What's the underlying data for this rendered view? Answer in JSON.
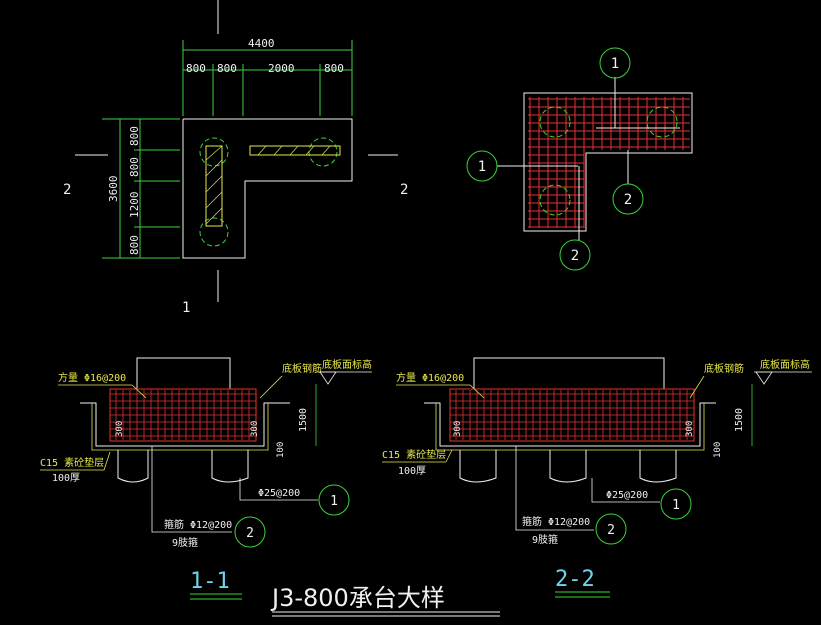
{
  "plan": {
    "dim_total_width": "4400",
    "dims_top": [
      "800",
      "800",
      "2000",
      "800"
    ],
    "dim_total_height": "3600",
    "dims_left": [
      "800",
      "800",
      "1200",
      "800"
    ],
    "section_marker_left": "2",
    "section_marker_right": "2",
    "section_marker_bottom": "1"
  },
  "rebar_plan": {
    "callouts": [
      "1",
      "1",
      "2",
      "2"
    ]
  },
  "section_1": {
    "title": "1-1",
    "top_bar": "方量  Φ16@200",
    "slab_rebar": "底板钢筋",
    "slab_level": "底板面标高",
    "depth": "1500",
    "side_left": "300",
    "side_right": "300",
    "cushion": "C15  素砼垫层",
    "cushion_thickness": "100厚",
    "bottom_offset": "100",
    "main_bar": "Φ25@200",
    "main_bar_callout": "1",
    "stirrup": "箍筋  Φ12@200",
    "stirrup_note": "9肢箍",
    "stirrup_callout": "2"
  },
  "section_2": {
    "title": "2-2",
    "top_bar": "方量  Φ16@200",
    "slab_rebar": "底板钢筋",
    "slab_level": "底板面标高",
    "depth": "1500",
    "side_left": "300",
    "side_right": "300",
    "cushion": "C15  素砼垫层",
    "cushion_thickness": "100厚",
    "bottom_offset": "100",
    "main_bar": "Φ25@200",
    "main_bar_callout": "1",
    "stirrup": "箍筋  Φ12@200",
    "stirrup_note": "9肢箍",
    "stirrup_callout": "2"
  },
  "drawing_title": "J3-800承台大样",
  "colors": {
    "background": "#000000",
    "outline": "#f0f0f0",
    "dimension": "#3ad23a",
    "rebar": "#e83030",
    "annotation": "#e8e84a",
    "title": "#6fd4f0"
  }
}
